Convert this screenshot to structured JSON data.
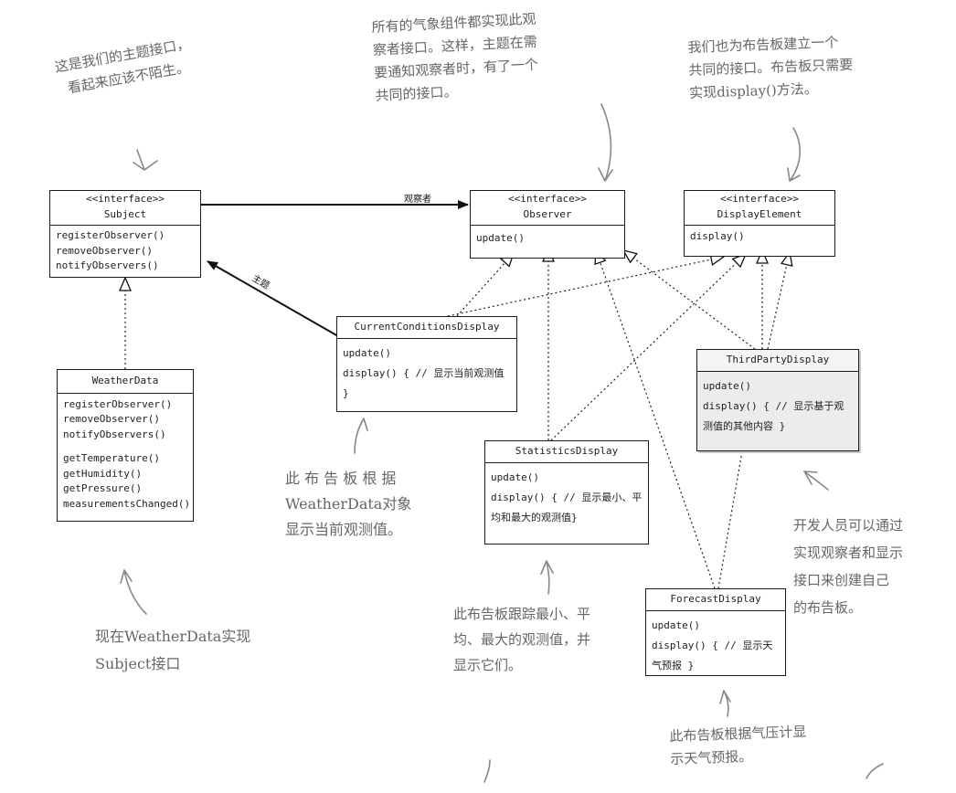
{
  "classes": {
    "subject": {
      "stereotype": "<<interface>>",
      "name": "Subject",
      "methods": [
        "registerObserver()",
        "removeObserver()",
        "notifyObservers()"
      ]
    },
    "observer": {
      "stereotype": "<<interface>>",
      "name": "Observer",
      "methods": [
        "update()"
      ]
    },
    "display_element": {
      "stereotype": "<<interface>>",
      "name": "DisplayElement",
      "methods": [
        "display()"
      ]
    },
    "weather_data": {
      "name": "WeatherData",
      "methods": [
        "registerObserver()",
        "removeObserver()",
        "notifyObservers()"
      ],
      "methods2": [
        "getTemperature()",
        "getHumidity()",
        "getPressure()",
        "measurementsChanged()"
      ]
    },
    "current_conditions": {
      "name": "CurrentConditionsDisplay",
      "methods": [
        "update()",
        "display() { // 显示当前观测值 }"
      ]
    },
    "statistics": {
      "name": "StatisticsDisplay",
      "methods": [
        "update()",
        "display() { // 显示最小、平均和最大的观测值}"
      ]
    },
    "third_party": {
      "name": "ThirdPartyDisplay",
      "methods": [
        "update()",
        "display() { // 显示基于观测值的其他内容 }"
      ]
    },
    "forecast": {
      "name": "ForecastDisplay",
      "methods": [
        "update()",
        "display() { // 显示天气预报 }"
      ]
    }
  },
  "edge_labels": {
    "observers": "观察者",
    "subject": "主题"
  },
  "notes": {
    "subject_note": [
      "这是我们的主题接口，",
      "看起来应该不陌生。"
    ],
    "observer_note": [
      "所有的气象组件都实现此观",
      "察者接口。这样，主题在需",
      "要通知观察者时，有了一个",
      "共同的接口。"
    ],
    "display_note": [
      "我们也为布告板建立一个",
      "共同的接口。布告板只需要",
      "实现display()方法。"
    ],
    "current_note": [
      "此 布 告 板 根 据",
      "WeatherData对象",
      "显示当前观测值。"
    ],
    "weatherdata_note": [
      "现在WeatherData实现",
      "Subject接口"
    ],
    "statistics_note": [
      "此布告板跟踪最小、平",
      "均、最大的观测值，并",
      "显示它们。"
    ],
    "thirdparty_note": [
      "开发人员可以通过",
      "实现观察者和显示",
      "接口来创建自己",
      "的布告板。"
    ],
    "forecast_note": [
      "此布告板根据气压计显",
      "示天气预报。"
    ]
  }
}
